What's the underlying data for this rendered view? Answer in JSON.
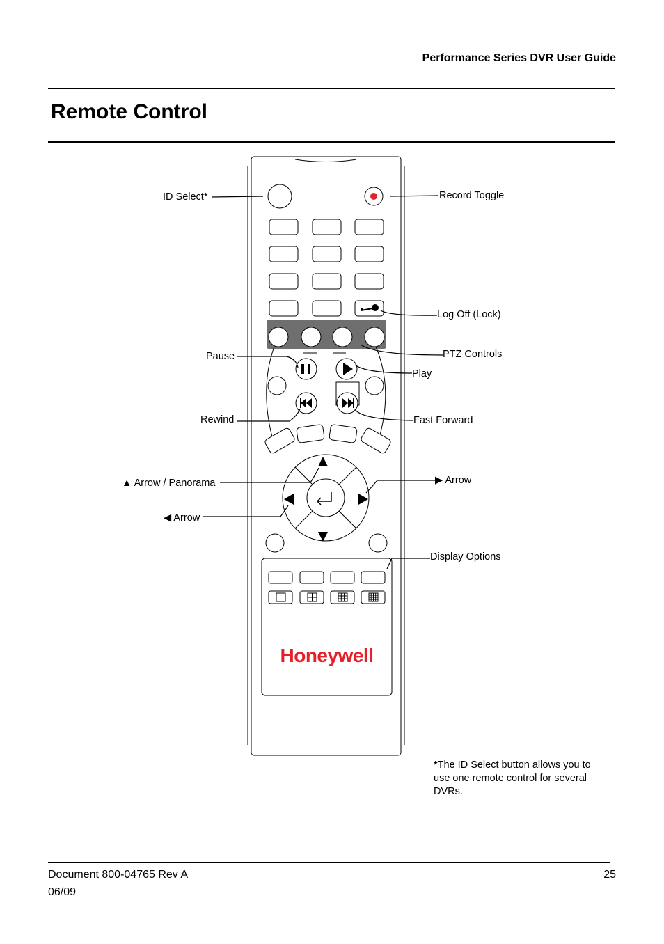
{
  "header": {
    "guide_title": "Performance Series DVR User Guide"
  },
  "page": {
    "title": "Remote Control"
  },
  "labels": {
    "id_select": "ID Select*",
    "record_toggle": "Record Toggle",
    "log_off": "Log Off (Lock)",
    "ptz_controls": "PTZ Controls",
    "pause": "Pause",
    "play": "Play",
    "rewind": "Rewind",
    "fast_forward": "Fast Forward",
    "up_arrow": "▲ Arrow / Panorama",
    "right_arrow": "▶ Arrow",
    "left_arrow": "◀ Arrow",
    "display_options": "Display Options"
  },
  "brand": {
    "logo_text": "Honeywell",
    "color": "#e4202a"
  },
  "colors": {
    "record_dot": "#e4202a",
    "ptz_panel": "#6f6f6f"
  },
  "note": {
    "star": "*",
    "text": "The ID Select button allows you to use one remote control for several DVRs."
  },
  "footer": {
    "document": "Document 800-04765  Rev A",
    "date": "06/09",
    "page_number": "25"
  }
}
